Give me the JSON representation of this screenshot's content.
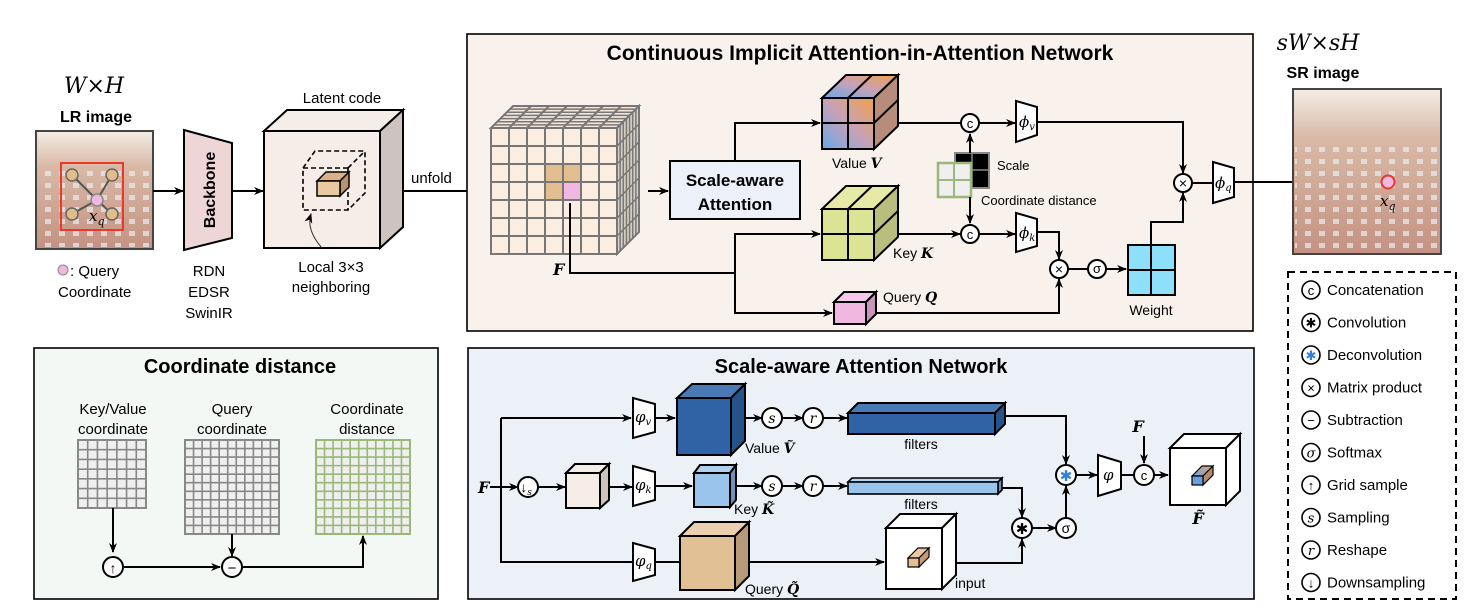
{
  "lr_section": {
    "size_label": "W×H",
    "title": "LR image",
    "query_point_label": "x",
    "query_point_sub": "q",
    "legend_line1": ": Query",
    "legend_line2": "Coordinate"
  },
  "backbone": {
    "label": "Backbone",
    "options": [
      "RDN",
      "EDSR",
      "SwinIR"
    ]
  },
  "latent": {
    "title": "Latent code",
    "neighbor_line1": "Local 3×3",
    "neighbor_line2": "neighboring",
    "unfold_label": "unfold"
  },
  "ciaan": {
    "title": "Continuous Implicit Attention-in-Attention Network",
    "feature_label": "F",
    "scale_attention_line1": "Scale-aware",
    "scale_attention_line2": "Attention",
    "value_label": "Value ",
    "value_symbol": "V",
    "key_label": "Key ",
    "key_symbol": "K",
    "query_label": "Query ",
    "query_symbol": "Q",
    "scale_label": "Scale",
    "coord_dist_label": "Coordinate distance",
    "weight_label": "Weight",
    "phi_v": "ϕ",
    "phi_v_sub": "v",
    "phi_k": "ϕ",
    "phi_k_sub": "k",
    "phi_q": "ϕ",
    "phi_q_sub": "q",
    "concat_symbol": "c",
    "sigma_symbol": "σ",
    "times_symbol": "×"
  },
  "sr_section": {
    "size_label": "sW×sH",
    "title": "SR image",
    "query_point_label": "x",
    "query_point_sub": "q"
  },
  "coord_panel": {
    "title": "Coordinate distance",
    "kv_line1": "Key/Value",
    "kv_line2": "coordinate",
    "q_line1": "Query",
    "q_line2": "coordinate",
    "cd_line1": "Coordinate",
    "cd_line2": "distance",
    "up_symbol": "↑",
    "minus_symbol": "−"
  },
  "sa_panel": {
    "title": "Scale-aware Attention Network",
    "feature_label": "F",
    "down_symbol": "↓",
    "down_sub": "s",
    "phi_v": "φ",
    "phi_v_sub": "v",
    "phi_k": "φ",
    "phi_k_sub": "k",
    "phi_q": "φ",
    "phi_q_sub": "q",
    "phi": "φ",
    "value_label": "Value ",
    "value_symbol": "Ṽ",
    "key_label": "Key ",
    "key_symbol": "K̃",
    "query_label": "Query ",
    "query_symbol": "Q̃",
    "filters_top": "filters",
    "filters_mid": "filters",
    "input_label": "input",
    "sampling_symbol": "s",
    "reshape_symbol": "r",
    "sigma_symbol": "σ",
    "conv_symbol": "✱",
    "concat_symbol": "c",
    "f_in_label": "F",
    "output_label": "F̃"
  },
  "legend": {
    "items": [
      {
        "symbol": "c",
        "label": "Concatenation"
      },
      {
        "symbol": "✱",
        "label": "Convolution"
      },
      {
        "symbol": "✱",
        "label": "Deconvolution"
      },
      {
        "symbol": "×",
        "label": "Matrix product"
      },
      {
        "symbol": "−",
        "label": "Subtraction"
      },
      {
        "symbol": "σ",
        "label": "Softmax"
      },
      {
        "symbol": "↑",
        "label": "Grid sample"
      },
      {
        "symbol": "s",
        "label": "Sampling"
      },
      {
        "symbol": "r",
        "label": "Reshape"
      },
      {
        "symbol": "↓",
        "label": "Downsampling"
      }
    ]
  },
  "colors": {
    "ciaan_bg": "#f8f1ec",
    "coord_bg": "#f4f8f4",
    "sa_bg": "#ecf0f7",
    "feature_cell": "#fbeee0",
    "highlight_cell": "#e2bd90",
    "query_pink": "#f0b8e0",
    "key_green": "#dde395",
    "weight_cyan": "#8edffa",
    "value_blue": "#2f63a6",
    "key_light_blue": "#9ac4ec",
    "query_tan": "#e2c096",
    "red_box": "#e8392b",
    "coord_green": "#9ab877",
    "deconv_blue": "#2f7ed8"
  }
}
